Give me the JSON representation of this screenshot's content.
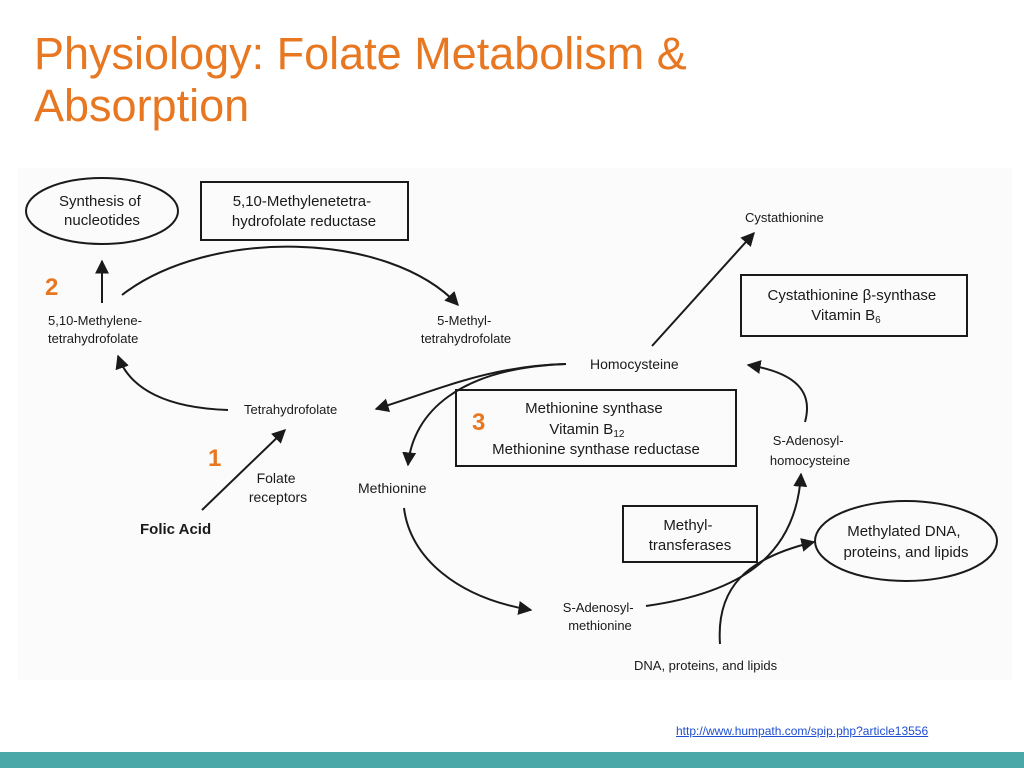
{
  "title_line1": "Physiology: Folate Metabolism &",
  "title_line2": "Absorption",
  "diagram": {
    "synthesis_nucleotides": [
      "Synthesis of",
      "nucleotides"
    ],
    "mthfr_box": [
      "5,10-Methylenetetra-",
      "hydrofolate reductase"
    ],
    "methylene_thf": [
      "5,10-Methylene-",
      "tetrahydrofolate"
    ],
    "methyl_thf": [
      "5-Methyl-",
      "tetrahydrofolate"
    ],
    "thf": "Tetrahydrofolate",
    "folic_acid": "Folic Acid",
    "folate_receptors": [
      "Folate",
      "receptors"
    ],
    "methionine": "Methionine",
    "homocysteine": "Homocysteine",
    "cystathionine": "Cystathionine",
    "cbs_box": {
      "line1": "Cystathionine β-synthase",
      "line2": "Vitamin B",
      "line2_sub": "6"
    },
    "ms_box": {
      "line1": "Methionine synthase",
      "line2": "Vitamin B",
      "line2_sub": "12",
      "line3": "Methionine synthase reductase"
    },
    "sah": [
      "S-Adenosyl-",
      "homocysteine"
    ],
    "sam": [
      "S-Adenosyl-",
      "methionine"
    ],
    "methyltransferases_box": [
      "Methyl-",
      "transferases"
    ],
    "methylated_dna": [
      "Methylated DNA,",
      "proteins, and lipids"
    ],
    "dna_proteins_lipids": "DNA, proteins, and lipids"
  },
  "steps": {
    "one": "1",
    "two": "2",
    "three": "3"
  },
  "source_url": "http://www.humpath.com/spip.php?article13556",
  "colors": {
    "title": "#e87722",
    "step_numbers": "#e87722",
    "bottom_bar": "#4aa8a8",
    "link": "#1f4fd1"
  }
}
